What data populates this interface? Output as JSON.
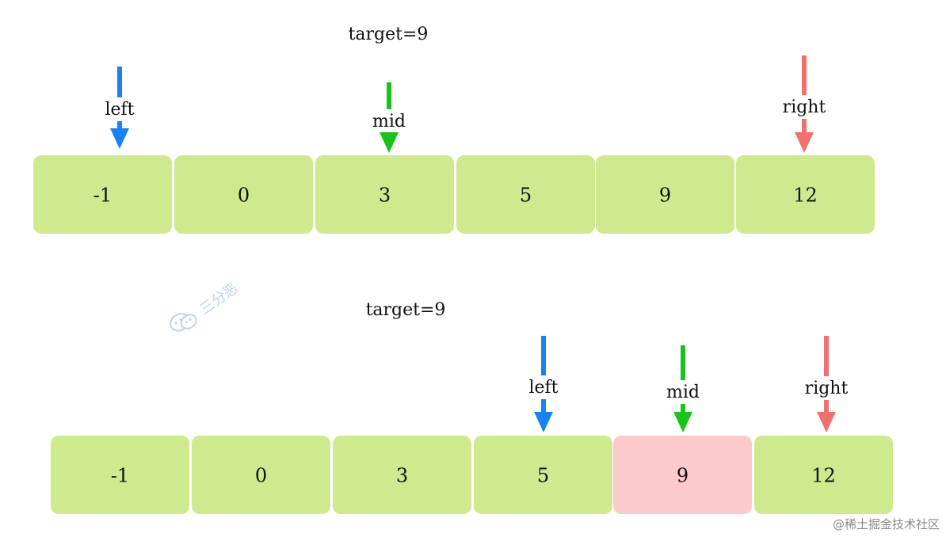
{
  "colors": {
    "cell": "#cfe98e",
    "cell_highlight": "#fccaca",
    "left": "#1a82f0",
    "mid": "#1ac21a",
    "right": "#f07070",
    "text": "#111111"
  },
  "panels": [
    {
      "target_label": "target=9",
      "values": [
        "-1",
        "0",
        "3",
        "5",
        "9",
        "12"
      ],
      "highlight_index": null,
      "pointers": [
        {
          "role": "left",
          "label": "left",
          "index": 0
        },
        {
          "role": "mid",
          "label": "mid",
          "index": 2
        },
        {
          "role": "right",
          "label": "right",
          "index": 5
        }
      ]
    },
    {
      "target_label": "target=9",
      "values": [
        "-1",
        "0",
        "3",
        "5",
        "9",
        "12"
      ],
      "highlight_index": 4,
      "pointers": [
        {
          "role": "left",
          "label": "left",
          "index": 3
        },
        {
          "role": "mid",
          "label": "mid",
          "index": 4
        },
        {
          "role": "right",
          "label": "right",
          "index": 5
        }
      ]
    }
  ],
  "watermark": {
    "stamp_text": "三分恶",
    "site_text": "@稀土掘金技术社区"
  }
}
